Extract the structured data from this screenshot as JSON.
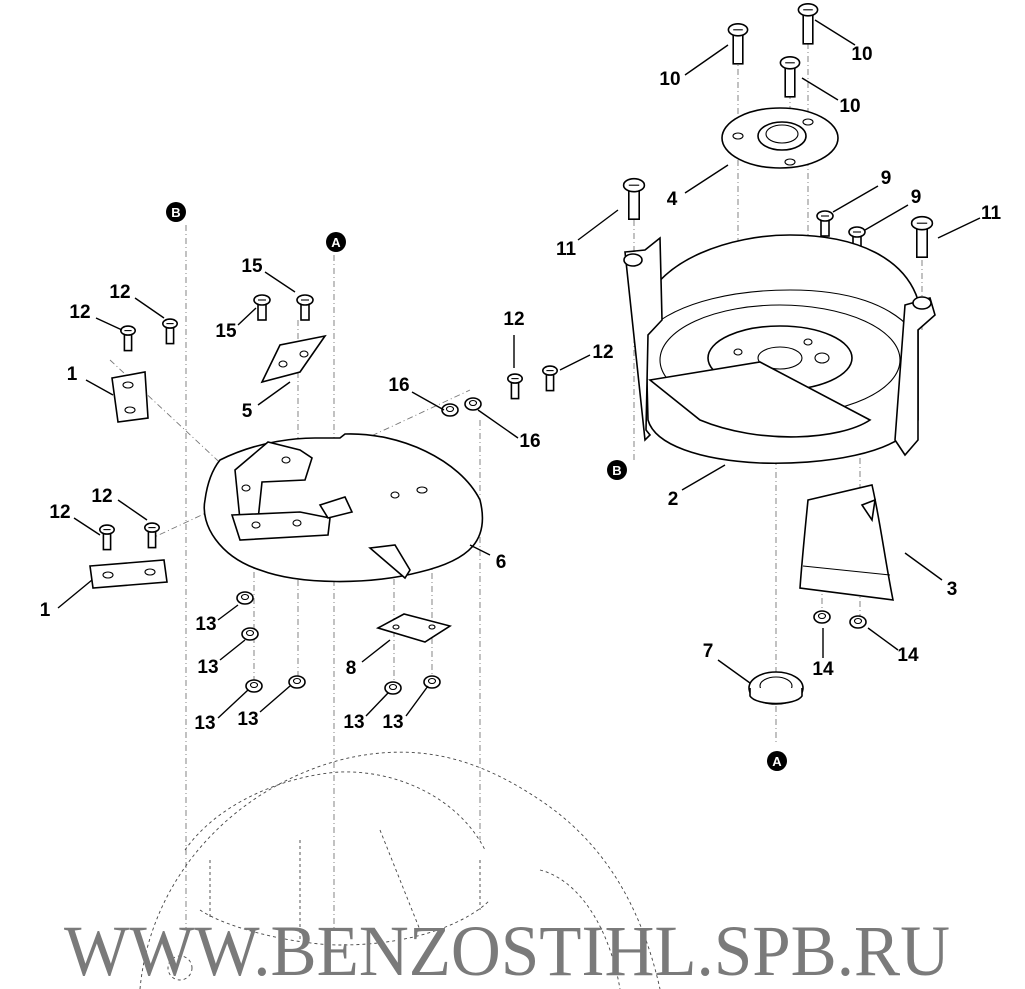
{
  "diagram": {
    "type": "exploded-parts-diagram",
    "watermark": "WWW.BENZOSTIHL.SPB.RU",
    "reference_markers": [
      "A",
      "B"
    ],
    "callouts": [
      "B",
      "A",
      "B",
      "A",
      "10",
      "10",
      "10",
      "4",
      "11",
      "11",
      "9",
      "9",
      "2",
      "3",
      "7",
      "14",
      "14",
      "15",
      "15",
      "12",
      "12",
      "12",
      "12",
      "12",
      "12",
      "5",
      "1",
      "1",
      "16",
      "16",
      "6",
      "13",
      "13",
      "13",
      "13",
      "13",
      "13",
      "8"
    ]
  }
}
